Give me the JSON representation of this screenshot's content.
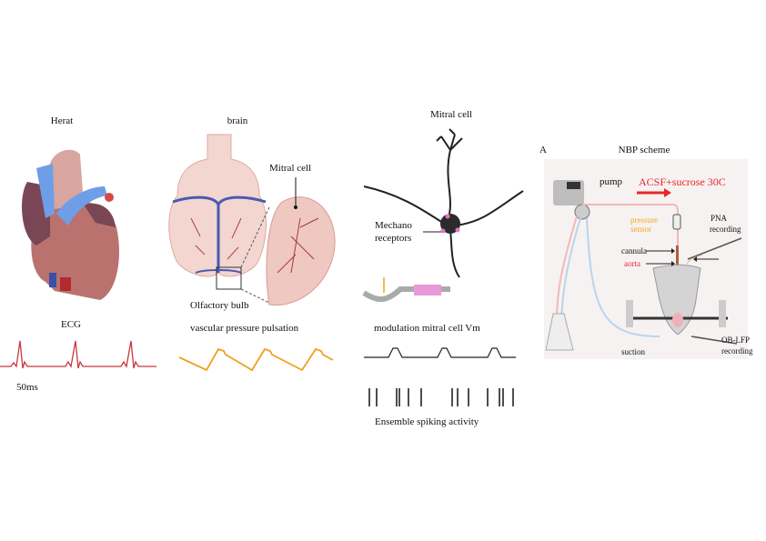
{
  "heart": {
    "title": "Herat",
    "trace_label": "ECG",
    "scale_label": "50ms"
  },
  "brain": {
    "title": "brain",
    "inset_label": "Mitral cell",
    "region_label": "Olfactory bulb",
    "trace_label": "vascular pressure pulsation"
  },
  "mitral": {
    "title": "Mitral cell",
    "receptor_label": [
      "Mechano",
      "receptors"
    ],
    "trace_label": "modulation mitral cell Vm",
    "spikes_label": "Ensemble spiking activity"
  },
  "nbp": {
    "panel_letter": "A",
    "title": "NBP scheme",
    "pump_label": "pump",
    "perfusate_label": "ACSF+sucrose 30C",
    "pressure_label": [
      "pressure",
      "sensor"
    ],
    "cannula_label": "cannula",
    "aorta_label": "aorta",
    "pna_label": [
      "PNA",
      "recording"
    ],
    "oblfp_label": [
      "OB-LFP",
      "recording"
    ],
    "suction_label": "suction"
  },
  "colors": {
    "ecg": "#c8383c",
    "pressure": "#f0a020",
    "perfusate": "#e8262a",
    "pressure_text": "#f5a623",
    "aorta_text": "#e8262a",
    "vessel": "#4a5ab0"
  }
}
